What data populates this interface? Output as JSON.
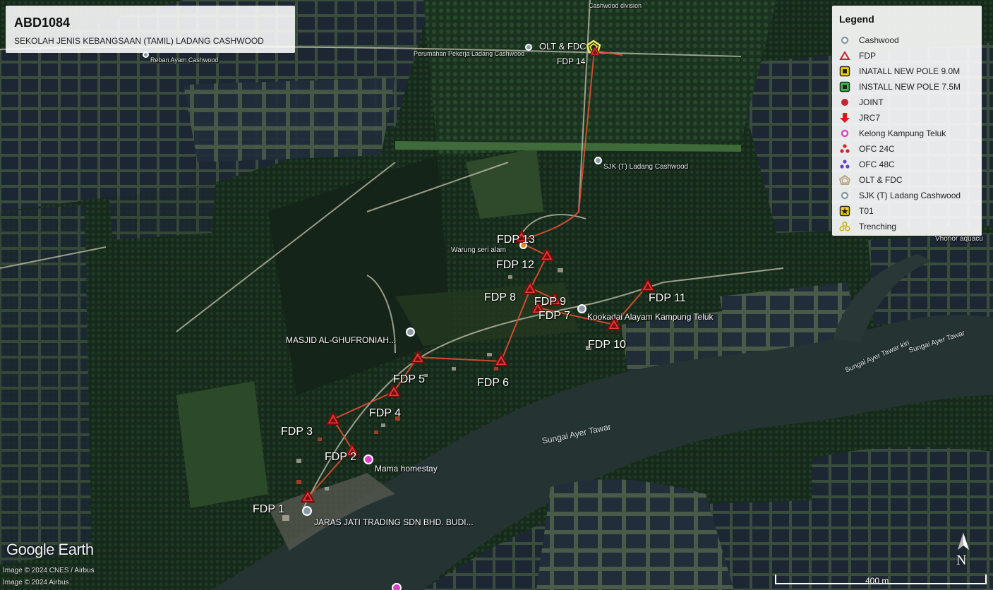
{
  "header": {
    "code": "ABD1084",
    "school_name": "SEKOLAH JENIS KEBANGSAAN (TAMIL) LADANG CASHWOOD"
  },
  "legend": {
    "title": "Legend",
    "items": [
      {
        "label": "Cashwood",
        "icon": "grey-pin-icon"
      },
      {
        "label": "FDP",
        "icon": "red-triangle-icon"
      },
      {
        "label": "INATALL NEW POLE 9.0M",
        "icon": "yellow-square-icon"
      },
      {
        "label": "INSTALL NEW POLE 7.5M",
        "icon": "green-square-icon"
      },
      {
        "label": "JOINT",
        "icon": "red-dot-icon"
      },
      {
        "label": "JRC7",
        "icon": "red-arrow-icon"
      },
      {
        "label": "Kelong Kampung Teluk",
        "icon": "pink-pin-icon"
      },
      {
        "label": "OFC 24C",
        "icon": "red-cluster-icon"
      },
      {
        "label": "OFC 48C",
        "icon": "purple-cluster-icon"
      },
      {
        "label": "OLT & FDC",
        "icon": "house-outline-icon"
      },
      {
        "label": "SJK (T) Ladang Cashwood",
        "icon": "grey-pin-icon"
      },
      {
        "label": "T01",
        "icon": "yellow-star-icon"
      },
      {
        "label": "Trenching",
        "icon": "yellow-cluster-icon"
      }
    ]
  },
  "fdp_labels": {
    "fdp1": "FDP 1",
    "fdp2": "FDP 2",
    "fdp3": "FDP 3",
    "fdp4": "FDP 4",
    "fdp5": "FDP 5",
    "fdp6": "FDP 6",
    "fdp7": "FDP 7",
    "fdp8": "FDP 8",
    "fdp9": "FDP 9",
    "fdp10": "FDP 10",
    "fdp11": "FDP 11",
    "fdp12": "FDP 12",
    "fdp13": "FDP 13",
    "fdp14": "FDP 14"
  },
  "places": {
    "cashwood_division": "Cashwood division",
    "reban_ayam": "Reban Ayam Cashwood",
    "perumahan": "Perumahan Pekerja Ladang Cashwood",
    "olt_fdc": "OLT & FDC",
    "sjk": "SJK (T) Ladang Cashwood",
    "warung": "Warung seri alam",
    "kookadai": "Kookadai Alayam Kampung Teluk",
    "masjid": "MASJID AL-GHUFRONIAH...",
    "mama_homestay": "Mama homestay",
    "jaras_jati": "JARAS JATI TRADING SDN BHD. BUDI...",
    "vhonor": "Vhonor aquacu"
  },
  "rivers": {
    "sungai_ayer_tawar": "Sungai Ayer Tawar",
    "sungai_ayer_tawar_2": "Sungai Ayer Tawar",
    "sungai_ayer_tawar_kiri": "Sungai Ayer Tawar kiri"
  },
  "footer": {
    "logo": "Google Earth",
    "credit_1": "Image © 2024 CNES / Airbus",
    "credit_2": "Image © 2024 Airbus",
    "scale": "400 m",
    "compass": "N"
  }
}
